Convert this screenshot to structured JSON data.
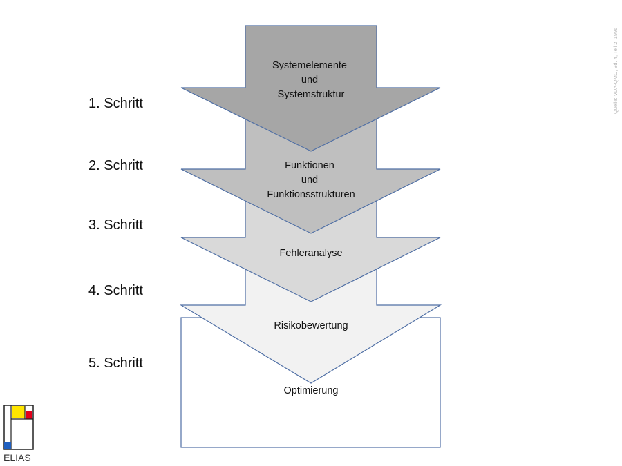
{
  "steps": [
    {
      "label": "1. Schritt",
      "lines": [
        "Systemelemente",
        "und",
        "Systemstruktur"
      ],
      "color": "#a6a6a6"
    },
    {
      "label": "2. Schritt",
      "lines": [
        "Funktionen",
        "und",
        "Funktionsstrukturen"
      ],
      "color": "#bfbfbf"
    },
    {
      "label": "3. Schritt",
      "lines": [
        "Fehleranalyse"
      ],
      "color": "#d9d9d9"
    },
    {
      "label": "4. Schritt",
      "lines": [
        "Risikobewertung"
      ],
      "color": "#f2f2f2"
    },
    {
      "label": "5. Schritt",
      "lines": [
        "Optimierung"
      ],
      "color": "#ffffff"
    }
  ],
  "source": "Quelle: VDA-QMC, Bd. 4, Teil 2, 1996",
  "logo": {
    "text": "ELIAS",
    "colors": {
      "yellow": "#ffe600",
      "red": "#e3001b",
      "blue": "#1f5fbf"
    }
  }
}
